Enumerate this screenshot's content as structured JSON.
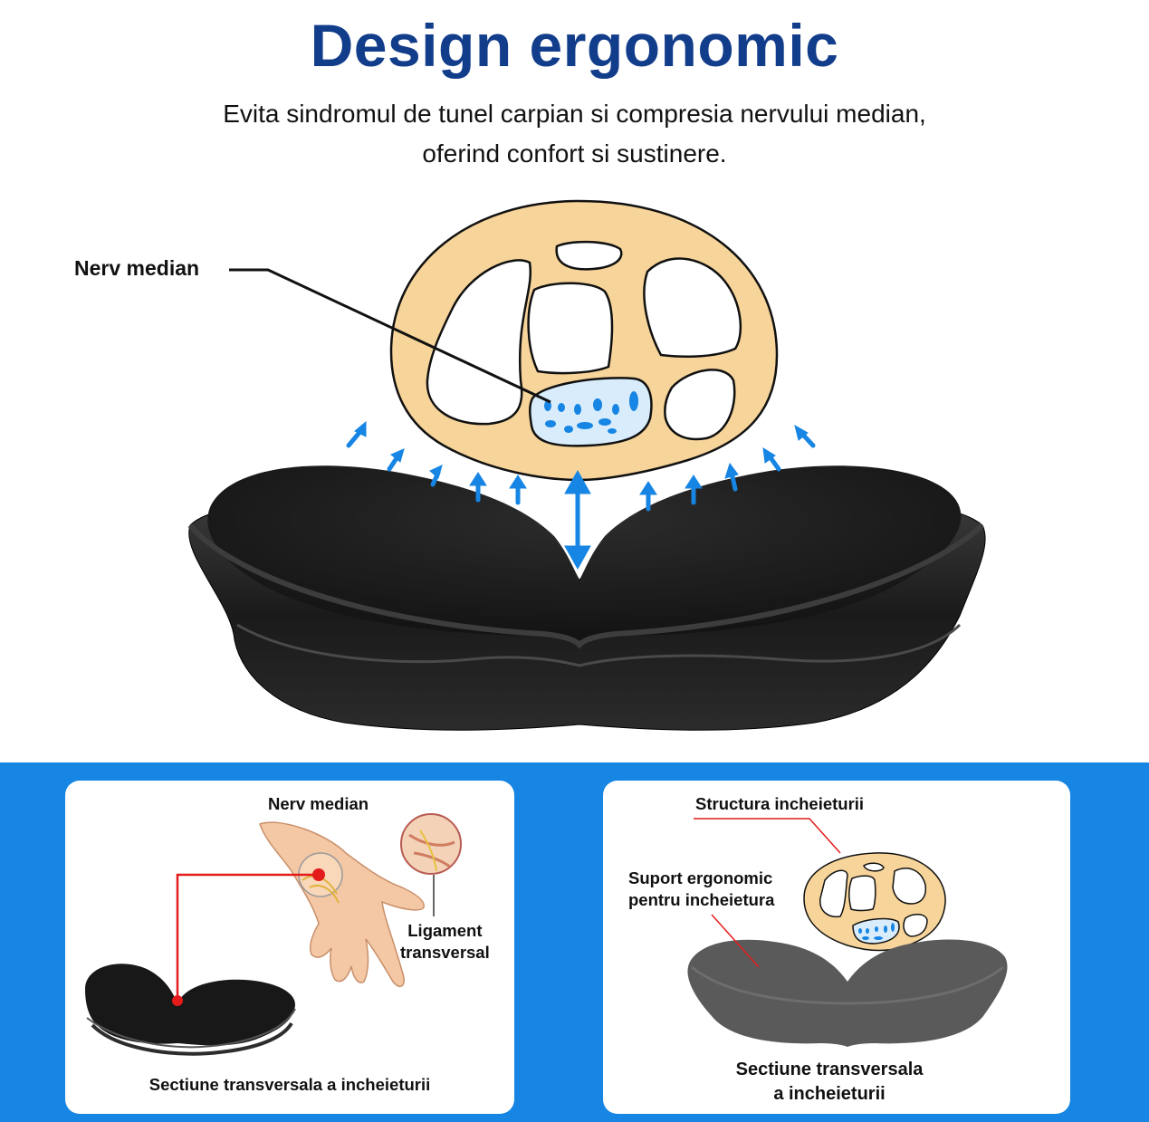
{
  "header": {
    "title": "Design ergonomic",
    "subtitle_line1": "Evita sindromul de tunel carpian si compresia nervului median,",
    "subtitle_line2": "oferind confort si sustinere."
  },
  "main": {
    "nerve_label": "Nerv median"
  },
  "cards": {
    "left": {
      "nerve_label": "Nerv median",
      "ligament_line1": "Ligament",
      "ligament_line2": "transversal",
      "caption": "Sectiune transversala a incheieturii"
    },
    "right": {
      "structure_label": "Structura incheieturii",
      "support_line1": "Suport ergonomic",
      "support_line2": "pentru incheietura",
      "caption_line1": "Sectiune transversala",
      "caption_line2": "a incheieturii"
    }
  },
  "colors": {
    "title": "#123d8b",
    "band": "#1685e3",
    "arrow": "#1685e3",
    "bone_fill": "#f6d49a",
    "leader_red": "#e31b1b",
    "pad": "#1b1b1b"
  }
}
